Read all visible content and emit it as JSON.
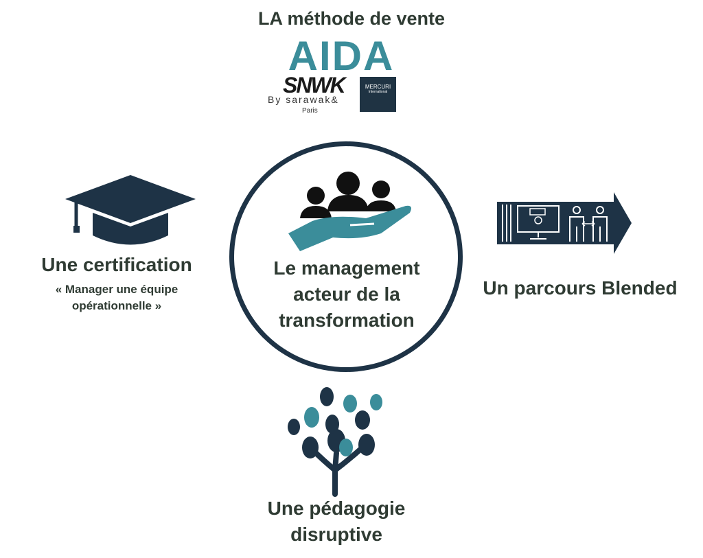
{
  "header": {
    "title": "LA méthode de vente",
    "logo_main": "AIDA",
    "logo_brand": "SNWK",
    "logo_by": "By sarawak&",
    "logo_city": "Paris",
    "partner_name": "MERCURI",
    "partner_sub": "International"
  },
  "center": {
    "label_line1": "Le management",
    "label_line2": "acteur de la",
    "label_line3": "transformation",
    "icon": "people-in-hand-icon"
  },
  "left": {
    "title": "Une certification",
    "subtitle_line1": "« Manager une équipe",
    "subtitle_line2": "opérationnelle »",
    "icon": "graduation-cap-icon"
  },
  "right": {
    "title": "Un parcours Blended",
    "icon": "blended-arrow-icon"
  },
  "bottom": {
    "title_line1": "Une pédagogie",
    "title_line2": "disruptive",
    "icon": "hands-tree-icon"
  },
  "colors": {
    "navy": "#1e3346",
    "teal": "#3b8d9a",
    "text": "#2f3b33"
  }
}
